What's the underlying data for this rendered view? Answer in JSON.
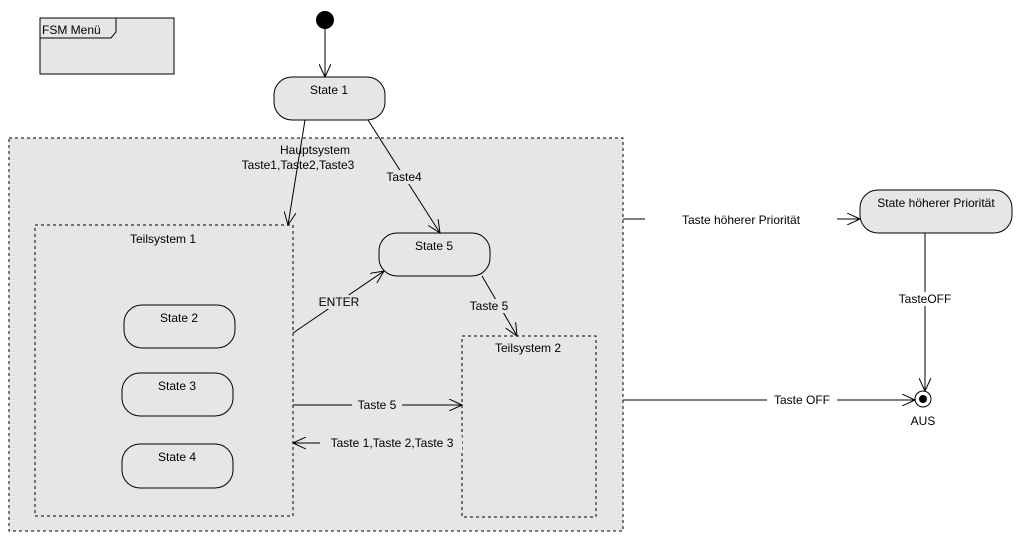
{
  "frame": {
    "label": "FSM Menü"
  },
  "states": {
    "state1": "State 1",
    "state2": "State 2",
    "state3": "State 3",
    "state4": "State 4",
    "state5": "State 5",
    "higher": "State höherer Priorität"
  },
  "regions": {
    "hauptsystem": "Hauptsystem",
    "teilsystem1": "Teilsystem 1",
    "teilsystem2": "Teilsystem 2"
  },
  "final": {
    "label": "AUS"
  },
  "transitions": {
    "to_teilsystem1": "Taste1,Taste2,Taste3",
    "to_state5": "Taste4",
    "enter": "ENTER",
    "state5_to_t2": "Taste 5",
    "t1_to_t2": "Taste 5",
    "t2_to_t1": "Taste 1,Taste 2,Taste 3",
    "to_higher": "Taste höherer Priorität",
    "higher_off": "TasteOFF",
    "main_off": "Taste OFF"
  },
  "colors": {
    "fill": "#e6e6e6",
    "stroke": "#000000",
    "background": "#ffffff"
  }
}
